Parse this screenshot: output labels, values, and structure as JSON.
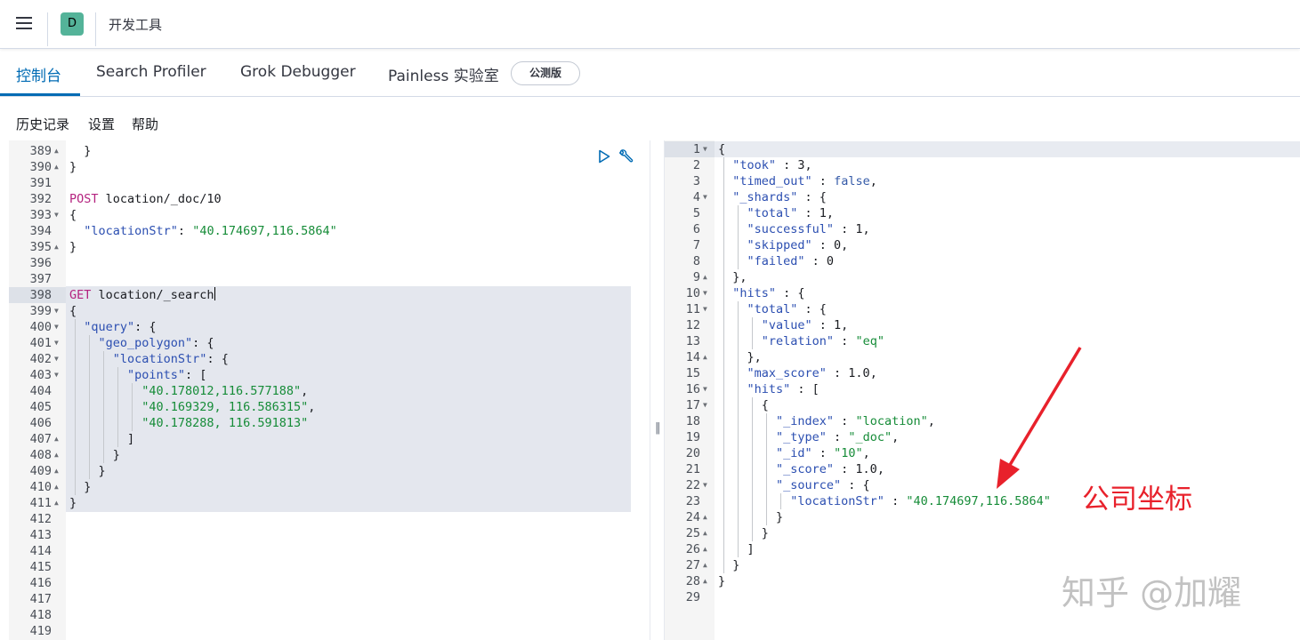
{
  "header": {
    "space_letter": "D",
    "app_title": "开发工具"
  },
  "tabs": [
    {
      "label": "控制台"
    },
    {
      "label": "Search Profiler"
    },
    {
      "label": "Grok Debugger"
    },
    {
      "label": "Painless 实验室"
    }
  ],
  "beta_badge": "公测版",
  "submenu": [
    {
      "label": "历史记录"
    },
    {
      "label": "设置"
    },
    {
      "label": "帮助"
    }
  ],
  "colors": {
    "accent": "#006bb4",
    "string": "#168c38",
    "method": "#b4237f",
    "key": "#2c4fb1",
    "annotation": "#e8212b"
  },
  "left_editor": {
    "lines": [
      {
        "n": "389",
        "fold": "up",
        "text": "  }"
      },
      {
        "n": "390",
        "fold": "up",
        "text": "}"
      },
      {
        "n": "391",
        "fold": "",
        "text": ""
      },
      {
        "n": "392",
        "fold": "",
        "method": "POST",
        "text": " location/_doc/10"
      },
      {
        "n": "393",
        "fold": "down",
        "text": "{"
      },
      {
        "n": "394",
        "fold": "",
        "key": "  \"locationStr\"",
        "text": ": ",
        "str": "\"40.174697,116.5864\""
      },
      {
        "n": "395",
        "fold": "up",
        "text": "}"
      },
      {
        "n": "396",
        "fold": "",
        "text": ""
      },
      {
        "n": "397",
        "fold": "",
        "text": ""
      },
      {
        "n": "398",
        "fold": "",
        "method": "GET",
        "text": " location/_search"
      },
      {
        "n": "399",
        "fold": "down",
        "text": "{"
      },
      {
        "n": "400",
        "fold": "down",
        "key": "  \"query\"",
        "text": ": {"
      },
      {
        "n": "401",
        "fold": "down",
        "key": "    \"geo_polygon\"",
        "text": ": {"
      },
      {
        "n": "402",
        "fold": "down",
        "key": "      \"locationStr\"",
        "text": ": {"
      },
      {
        "n": "403",
        "fold": "down",
        "key": "        \"points\"",
        "text": ": ["
      },
      {
        "n": "404",
        "fold": "",
        "pre": "          ",
        "str": "\"40.178012,116.577188\"",
        "text": ","
      },
      {
        "n": "405",
        "fold": "",
        "pre": "          ",
        "str": "\"40.169329, 116.586315\"",
        "text": ","
      },
      {
        "n": "406",
        "fold": "",
        "pre": "          ",
        "str": "\"40.178288, 116.591813\"",
        "text": ""
      },
      {
        "n": "407",
        "fold": "up",
        "text": "        ]"
      },
      {
        "n": "408",
        "fold": "up",
        "text": "      }"
      },
      {
        "n": "409",
        "fold": "up",
        "text": "    }"
      },
      {
        "n": "410",
        "fold": "up",
        "text": "  }"
      },
      {
        "n": "411",
        "fold": "up",
        "text": "}"
      },
      {
        "n": "412",
        "fold": "",
        "text": ""
      },
      {
        "n": "413",
        "fold": "",
        "text": ""
      },
      {
        "n": "414",
        "fold": "",
        "text": ""
      },
      {
        "n": "415",
        "fold": "",
        "text": ""
      },
      {
        "n": "416",
        "fold": "",
        "text": ""
      },
      {
        "n": "417",
        "fold": "",
        "text": ""
      },
      {
        "n": "418",
        "fold": "",
        "text": ""
      },
      {
        "n": "419",
        "fold": "",
        "text": ""
      }
    ]
  },
  "right_editor": {
    "lines": [
      {
        "n": "1",
        "fold": "down",
        "text": "{"
      },
      {
        "n": "2",
        "fold": "",
        "key": "  \"took\"",
        "text": " : 3,"
      },
      {
        "n": "3",
        "fold": "",
        "key": "  \"timed_out\"",
        "text": " : ",
        "bool": "false",
        "tail": ","
      },
      {
        "n": "4",
        "fold": "down",
        "key": "  \"_shards\"",
        "text": " : {"
      },
      {
        "n": "5",
        "fold": "",
        "key": "    \"total\"",
        "text": " : 1,"
      },
      {
        "n": "6",
        "fold": "",
        "key": "    \"successful\"",
        "text": " : 1,"
      },
      {
        "n": "7",
        "fold": "",
        "key": "    \"skipped\"",
        "text": " : 0,"
      },
      {
        "n": "8",
        "fold": "",
        "key": "    \"failed\"",
        "text": " : 0"
      },
      {
        "n": "9",
        "fold": "up",
        "text": "  },"
      },
      {
        "n": "10",
        "fold": "down",
        "key": "  \"hits\"",
        "text": " : {"
      },
      {
        "n": "11",
        "fold": "down",
        "key": "    \"total\"",
        "text": " : {"
      },
      {
        "n": "12",
        "fold": "",
        "key": "      \"value\"",
        "text": " : 1,"
      },
      {
        "n": "13",
        "fold": "",
        "key": "      \"relation\"",
        "text": " : ",
        "str": "\"eq\""
      },
      {
        "n": "14",
        "fold": "up",
        "text": "    },"
      },
      {
        "n": "15",
        "fold": "",
        "key": "    \"max_score\"",
        "text": " : 1.0,"
      },
      {
        "n": "16",
        "fold": "down",
        "key": "    \"hits\"",
        "text": " : ["
      },
      {
        "n": "17",
        "fold": "down",
        "text": "      {"
      },
      {
        "n": "18",
        "fold": "",
        "key": "        \"_index\"",
        "text": " : ",
        "str": "\"location\"",
        "tail": ","
      },
      {
        "n": "19",
        "fold": "",
        "key": "        \"_type\"",
        "text": " : ",
        "str": "\"_doc\"",
        "tail": ","
      },
      {
        "n": "20",
        "fold": "",
        "key": "        \"_id\"",
        "text": " : ",
        "str": "\"10\"",
        "tail": ","
      },
      {
        "n": "21",
        "fold": "",
        "key": "        \"_score\"",
        "text": " : 1.0,"
      },
      {
        "n": "22",
        "fold": "down",
        "key": "        \"_source\"",
        "text": " : {"
      },
      {
        "n": "23",
        "fold": "",
        "key": "          \"locationStr\"",
        "text": " : ",
        "str": "\"40.174697,116.5864\""
      },
      {
        "n": "24",
        "fold": "up",
        "text": "        }"
      },
      {
        "n": "25",
        "fold": "up",
        "text": "      }"
      },
      {
        "n": "26",
        "fold": "up",
        "text": "    ]"
      },
      {
        "n": "27",
        "fold": "up",
        "text": "  }"
      },
      {
        "n": "28",
        "fold": "up",
        "text": "}"
      },
      {
        "n": "29",
        "fold": "",
        "text": ""
      }
    ]
  },
  "annotation": {
    "text": "公司坐标"
  },
  "watermark": {
    "text": "知乎 @加耀"
  }
}
